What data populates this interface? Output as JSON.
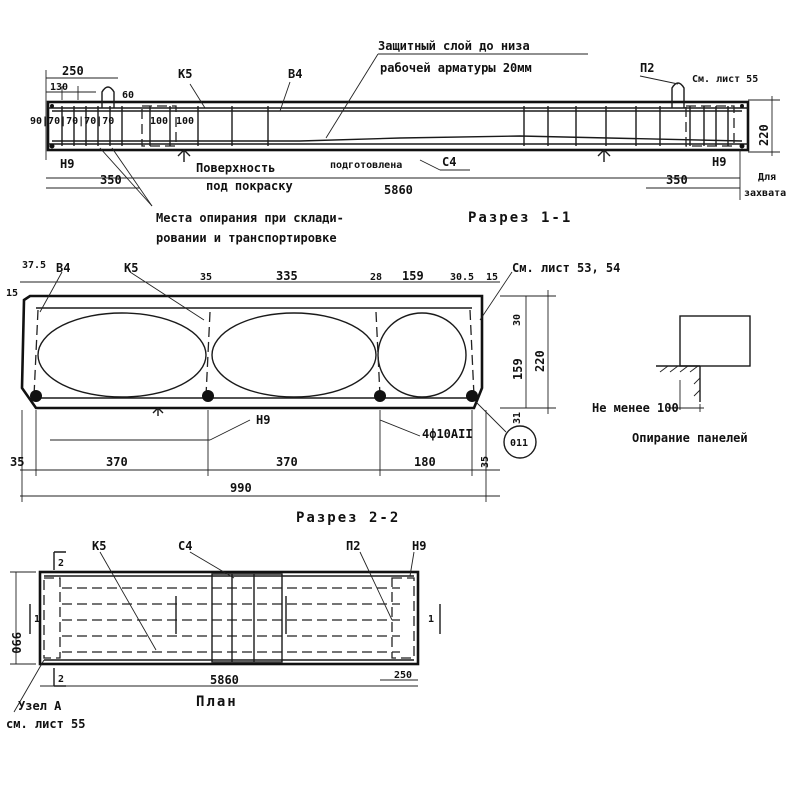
{
  "section_1_1": {
    "title": "Разрез 1-1",
    "note_cover": "Защитный слой до низа",
    "note_cover2": "рабочей арматуры 20мм",
    "label_P2": "П2",
    "label_sheet55": "См. лист 55",
    "dim_250": "250",
    "dim_130": "130",
    "dim_60": "60",
    "label_K5": "К5",
    "label_B4": "В4",
    "dims_left": "90|70|70|70|70",
    "dim_100a": "100",
    "dim_100b": "100",
    "dim_220": "220",
    "label_H9_left": "Н9",
    "dim_350_left": "350",
    "label_paint_1": "Поверхность",
    "label_paint_2": "под покраску",
    "label_prep": "подготовлена",
    "label_C4": "С4",
    "dim_5860": "5860",
    "label_H9_right": "Н9",
    "dim_350_right": "350",
    "label_grip_1": "Для",
    "label_grip_2": "захвата",
    "note_support_1": "Места опирания при склади-",
    "note_support_2": "ровании и транспортировке"
  },
  "section_2_2": {
    "title": "Разрез 2-2",
    "dim_375": "37.5",
    "label_B4": "В4",
    "label_K5": "К5",
    "dim_35a": "35",
    "dim_335": "335",
    "dim_28": "28",
    "dim_159": "159",
    "dim_305": "30.5",
    "dim_15_right": "15",
    "dim_15_left": "15",
    "label_sheet": "См. лист 53, 54",
    "dim_30": "30",
    "dim_159v": "159",
    "dim_220v": "220",
    "dim_31": "31",
    "label_H9": "Н9",
    "label_rebar": "4ф10АII",
    "label_node": "011",
    "dim_35b": "35",
    "dim_370a": "370",
    "dim_370b": "370",
    "dim_180": "180",
    "dim_35c": "35",
    "dim_990": "990"
  },
  "support_detail": {
    "label_min": "Не менее 100",
    "title": "Опирание панелей"
  },
  "plan": {
    "title": "План",
    "label_K5": "К5",
    "label_C4": "С4",
    "label_P2": "П2",
    "label_H9": "Н9",
    "label_2_top": "2",
    "label_2_bottom": "2",
    "label_1_left": "1",
    "label_1_right": "1",
    "dim_990": "990",
    "dim_5860": "5860",
    "dim_250": "250",
    "label_node_1": "Узел А",
    "label_node_2": "см. лист 55"
  }
}
